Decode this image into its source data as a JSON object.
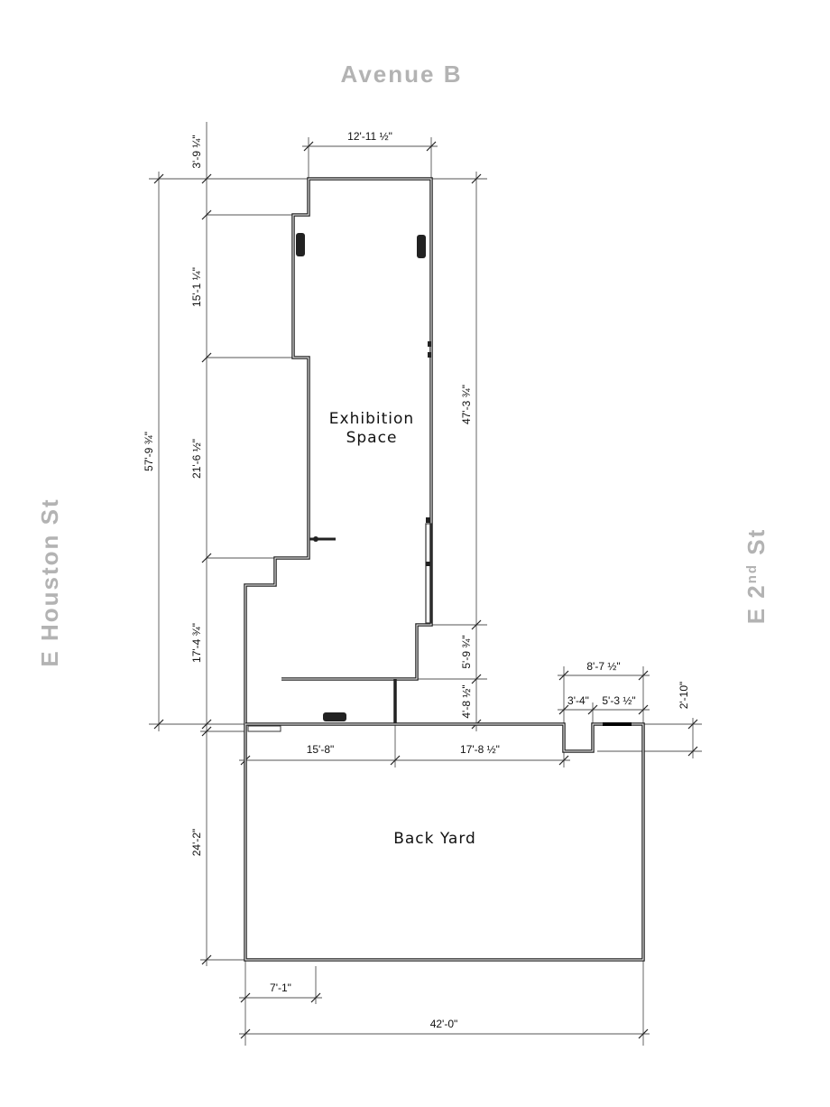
{
  "streets": {
    "north": "Avenue B",
    "west": "E Houston St",
    "east": "E 2nd St",
    "east_sup": "nd"
  },
  "rooms": {
    "exhibition_line1": "Exhibition",
    "exhibition_line2": "Space",
    "back_yard": "Back Yard"
  },
  "dimensions": {
    "top_offset": "3'-9 ¼\"",
    "top_width": "12'-11 ½\"",
    "left_upper": "15'-1 ¼\"",
    "left_middle": "21'-6 ½\"",
    "left_lower": "17'-4 ¾\"",
    "overall_depth": "57'-9 ¾\"",
    "right_main": "47'-3 ¾\"",
    "right_step": "5'-9 ¾\"",
    "right_bottom": "4'-8 ½\"",
    "bottom_left": "15'-8\"",
    "bottom_mid": "17'-8 ½\"",
    "notch_total": "8'-7 ½\"",
    "notch_width": "3'-4\"",
    "notch_right": "5'-3 ½\"",
    "notch_depth": "2'-10\"",
    "yard_depth": "24'-2\"",
    "yard_offset": "7'-1\"",
    "yard_width": "42'-0\""
  }
}
